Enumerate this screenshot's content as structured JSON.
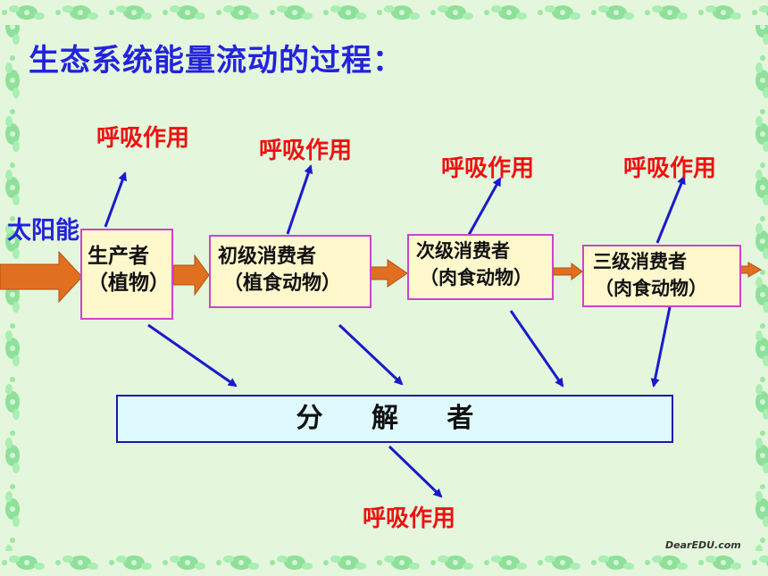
{
  "title": "生态系统能量流动的过程：",
  "source_label": "太阳能",
  "respiration_label": "呼吸作用",
  "trophic_levels": [
    {
      "line1": "生产者",
      "line2": "（植物）"
    },
    {
      "line1": "初级消费者",
      "line2": "（植食动物）"
    },
    {
      "line1": "次级消费者",
      "line2": "（肉食动物）"
    },
    {
      "line1": "三级消费者",
      "line2": "（肉食动物）"
    }
  ],
  "decomposer": "分 解 者",
  "respiration_labels": [
    "呼吸作用",
    "呼吸作用",
    "呼吸作用",
    "呼吸作用",
    "呼吸作用"
  ],
  "watermark": "DearEDU.com",
  "colors": {
    "title": "#2323dd",
    "respiration": "#ee1111",
    "flow_arrow": "#e07020",
    "arrow_line": "#1a1acc",
    "box_fill": "#fff8cc",
    "box_border": "#cc44cc",
    "decomposer_fill": "#dffaff",
    "background": "#e4f7dc",
    "border_leaf": "#7fdc8a"
  }
}
